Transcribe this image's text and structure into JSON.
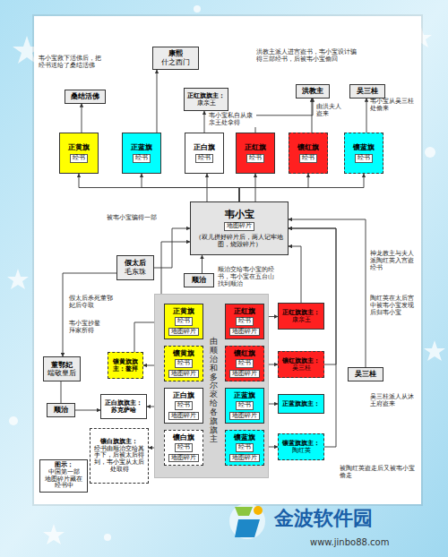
{
  "diagram": {
    "nodes": [
      {
        "text": [
          "康熙",
          "什之西门"
        ]
      },
      {
        "text": [
          "桑结活佛"
        ]
      },
      {
        "text": [
          "正红旗旗主：",
          "康亲王"
        ]
      },
      {
        "text": [
          "洪教主"
        ]
      },
      {
        "text": [
          "吴三桂"
        ]
      },
      {
        "text": [
          "正黄旗",
          "经书"
        ]
      },
      {
        "text": [
          "正蓝旗",
          "经书"
        ]
      },
      {
        "text": [
          "正白旗",
          "经书"
        ]
      },
      {
        "text": [
          "正红旗",
          "经书"
        ]
      },
      {
        "text": [
          "镶红旗",
          "经书"
        ]
      },
      {
        "text": [
          "镶蓝旗",
          "经书"
        ]
      },
      {
        "text": [
          "韦小宝",
          "地图碎片",
          "（双儿拼好碎片后，两人记牢地图，烧毁碎片）"
        ]
      },
      {
        "text": [
          "假太后",
          "毛东珠"
        ]
      },
      {
        "text": [
          "顺治"
        ]
      },
      {
        "text": [
          "由顺治和多尔衮给各旗旗主"
        ]
      },
      {
        "text": [
          "正黄旗",
          "经书",
          "地图碎片"
        ],
        "in": 14
      },
      {
        "text": [
          "镶黄旗",
          "经书",
          "地图碎片"
        ],
        "in": 14
      },
      {
        "text": [
          "正白旗",
          "经书",
          "地图碎片"
        ],
        "in": 14
      },
      {
        "text": [
          "镶白旗",
          "经书",
          "地图碎片"
        ],
        "in": 14
      },
      {
        "text": [
          "正红旗",
          "经书",
          "地图碎片"
        ],
        "in": 14
      },
      {
        "text": [
          "镶红旗",
          "经书",
          "地图碎片"
        ],
        "in": 14
      },
      {
        "text": [
          "正蓝旗",
          "经书",
          "地图碎片"
        ],
        "in": 14
      },
      {
        "text": [
          "镶蓝旗",
          "经书",
          "地图碎片"
        ],
        "in": 14
      },
      {
        "text": [
          "镶黄旗旗主：鳌拜"
        ]
      },
      {
        "text": [
          "正白旗旗主：苏克萨哈"
        ]
      },
      {
        "text": [
          "镶白旗旗主：",
          "经书由顺治交给其手下，后被太后得到，韦小宝从太后处取得"
        ]
      },
      {
        "text": [
          "董鄂妃",
          "端敬皇后"
        ]
      },
      {
        "text": [
          "顺治"
        ]
      },
      {
        "text": [
          "正红旗旗主：",
          "康亲王"
        ]
      },
      {
        "text": [
          "镶红旗旗主：",
          "吴三桂"
        ]
      },
      {
        "text": [
          "正蓝旗旗主："
        ]
      },
      {
        "text": [
          "镶蓝旗旗主：",
          "陶红英"
        ]
      },
      {
        "text": [
          "吴三桂"
        ]
      },
      {
        "text": [
          "图示：",
          "中国第一部",
          "地图碎片藏在经书中"
        ]
      }
    ],
    "edges": [
      {
        "from": 5,
        "to": 1,
        "arrow": "to"
      },
      {
        "from": 6,
        "to": 0,
        "arrow": "to"
      },
      {
        "from": 7,
        "to": 2,
        "arrow": "to"
      },
      {
        "from": 8,
        "to": 3,
        "arrow": "to"
      },
      {
        "from": 9,
        "to": 3,
        "arrow": "to"
      },
      {
        "from": 10,
        "to": 4,
        "arrow": "to"
      },
      {
        "from": 11,
        "to": 5,
        "arrow": "to"
      },
      {
        "from": 11,
        "to": 6,
        "arrow": "to"
      },
      {
        "from": 11,
        "to": 7,
        "arrow": "to"
      },
      {
        "from": 11,
        "to": 8,
        "arrow": "to"
      },
      {
        "from": 11,
        "to": 9,
        "arrow": "to"
      },
      {
        "from": 11,
        "to": 10,
        "arrow": "to"
      },
      {
        "from": 12,
        "to": 11,
        "arrow": "to"
      },
      {
        "from": 13,
        "to": 11,
        "arrow": "to"
      },
      {
        "from": 12,
        "to": 26,
        "arrow": "to"
      },
      {
        "from": 27,
        "to": 26,
        "arrow": "none"
      },
      {
        "from": 27,
        "to": 24,
        "arrow": "to"
      },
      {
        "from": 16,
        "to": 23,
        "arrow": "to"
      },
      {
        "from": 17,
        "to": 24,
        "arrow": "to"
      },
      {
        "from": 18,
        "to": 25,
        "arrow": "to"
      },
      {
        "from": 19,
        "to": 28,
        "arrow": "to"
      },
      {
        "from": 20,
        "to": 29,
        "arrow": "to"
      },
      {
        "from": 21,
        "to": 30,
        "arrow": "to"
      },
      {
        "from": 22,
        "to": 31,
        "arrow": "to"
      },
      {
        "from": 23,
        "to": 11,
        "arrow": "to"
      },
      {
        "from": 28,
        "to": 11,
        "arrow": "to"
      },
      {
        "from": 29,
        "to": 11,
        "arrow": "to"
      },
      {
        "from": 31,
        "to": 11,
        "arrow": "to"
      },
      {
        "from": 32,
        "to": 11,
        "arrow": "to"
      }
    ],
    "labels": [
      "韦小宝救下活佛后，把经书送给了桑结活佛",
      "韦小宝私自从康亲王处拿得",
      "洪教主派人进宫盗书，韦小宝设计骗得三部经书，后被韦小宝偷回",
      "由洪夫人盗来",
      "韦小宝从吴三桂处偷来",
      "被韦小宝骗得一部",
      "顺治交给韦小宝的经书，韦小宝在五台山找到顺治",
      "假太后杀死董鄂妃后夺取",
      "韦小宝抄鳌拜家所得",
      "神龙教主与夫人派陶红英入宫盗经书",
      "陶红英在太后宫中被韦小宝发现后归韦小宝",
      "吴三桂派人从沐王府盗来",
      "被陶红英盗走后又被韦小宝偷走",
      "金波软件园",
      "www.jinbo88.com"
    ]
  }
}
